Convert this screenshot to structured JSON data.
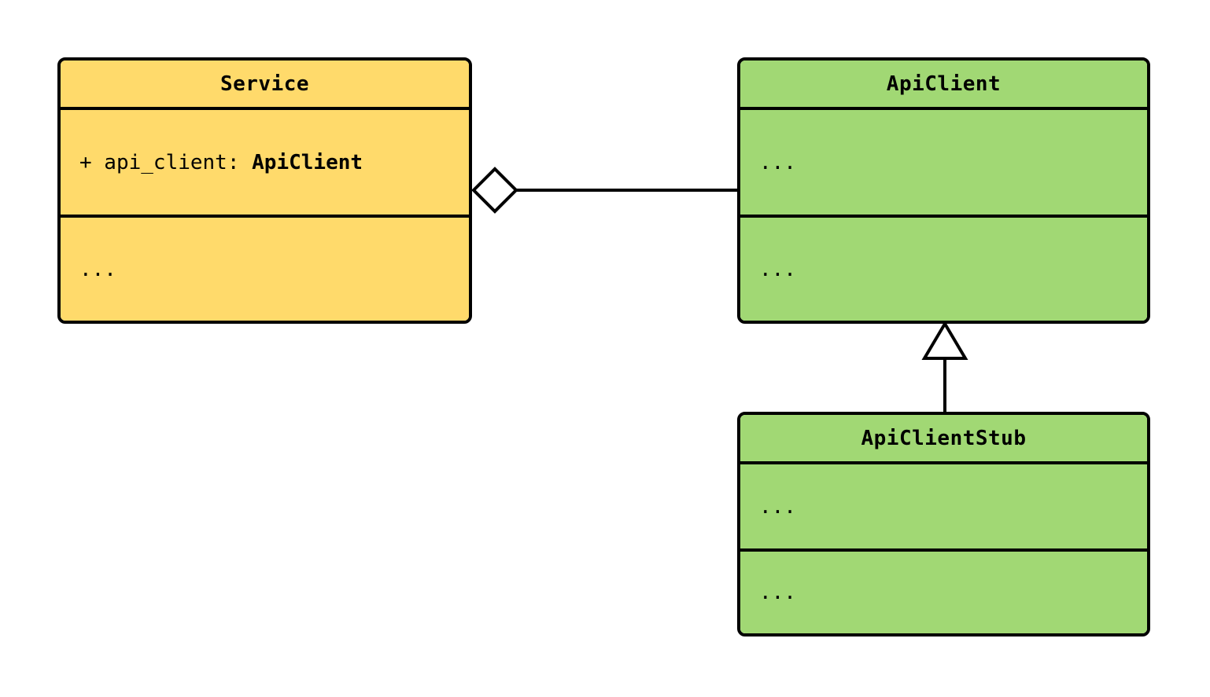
{
  "diagram": {
    "type": "uml-class-diagram",
    "background_color": "#ffffff",
    "line_color": "#000000",
    "classes": [
      {
        "id": "service",
        "name": "Service",
        "fill_color": "#ffda6b",
        "attributes_text": "+ api_client: ",
        "attributes_visibility": "+",
        "attributes_field": "api_client:",
        "attributes_type": "ApiClient",
        "operations_text": "..."
      },
      {
        "id": "apiclient",
        "name": "ApiClient",
        "fill_color": "#a1d874",
        "attributes_text": "...",
        "operations_text": "..."
      },
      {
        "id": "apiclientstub",
        "name": "ApiClientStub",
        "fill_color": "#a1d874",
        "attributes_text": "...",
        "operations_text": "..."
      }
    ],
    "relationships": [
      {
        "id": "aggregation-service-apiclient",
        "kind": "aggregation",
        "marker": "hollow-diamond",
        "from": "Service",
        "to": "ApiClient"
      },
      {
        "id": "inheritance-apiclientstub-apiclient",
        "kind": "generalization",
        "marker": "hollow-triangle",
        "from": "ApiClientStub",
        "to": "ApiClient"
      }
    ]
  }
}
